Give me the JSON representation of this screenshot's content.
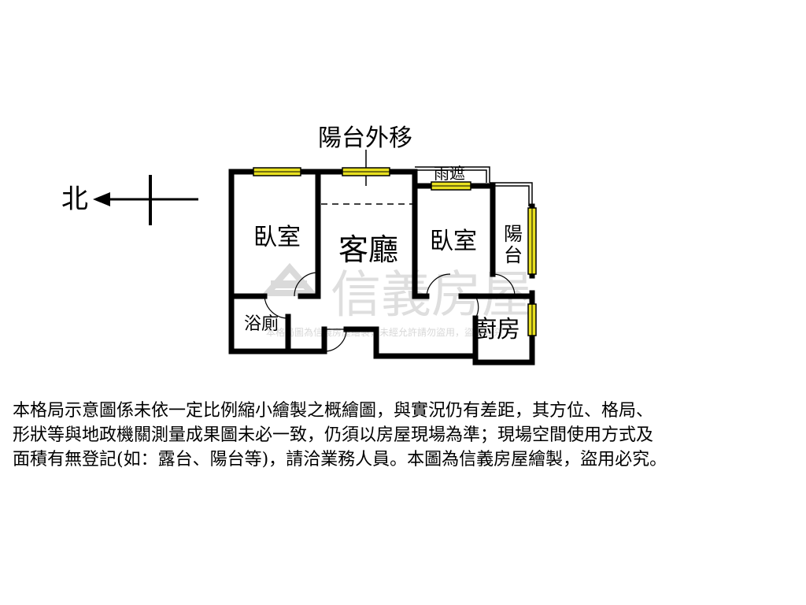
{
  "compass": {
    "north_label": "北"
  },
  "annotations": {
    "balcony_moved": "陽台外移",
    "rain_shelter": "雨遮"
  },
  "rooms": {
    "bedroom_left": "臥室",
    "living_room": "客廳",
    "bedroom_right": "臥室",
    "balcony_line1": "陽",
    "balcony_line2": "台",
    "bathroom": "浴廁",
    "kitchen": "廚房"
  },
  "watermark": {
    "brand": "信義房屋",
    "small_text": "本格局圖為信義房屋繪製，未經允許請勿盜用，盜用必究"
  },
  "disclaimer": {
    "line1": "本格局示意圖係未依一定比例縮小繪製之概繪圖，與實況仍有差距，其方位、格局、",
    "line2": "形狀等與地政機關測量成果圖未必一致，仍須以房屋現場為準；現場空間使用方式及",
    "line3": "面積有無登記(如：露台、陽台等)，請洽業務人員。本圖為信義房屋繪製，盜用必究。"
  },
  "colors": {
    "wall": "#000000",
    "window": "#e8e020",
    "watermark": "#c8c8c8"
  }
}
